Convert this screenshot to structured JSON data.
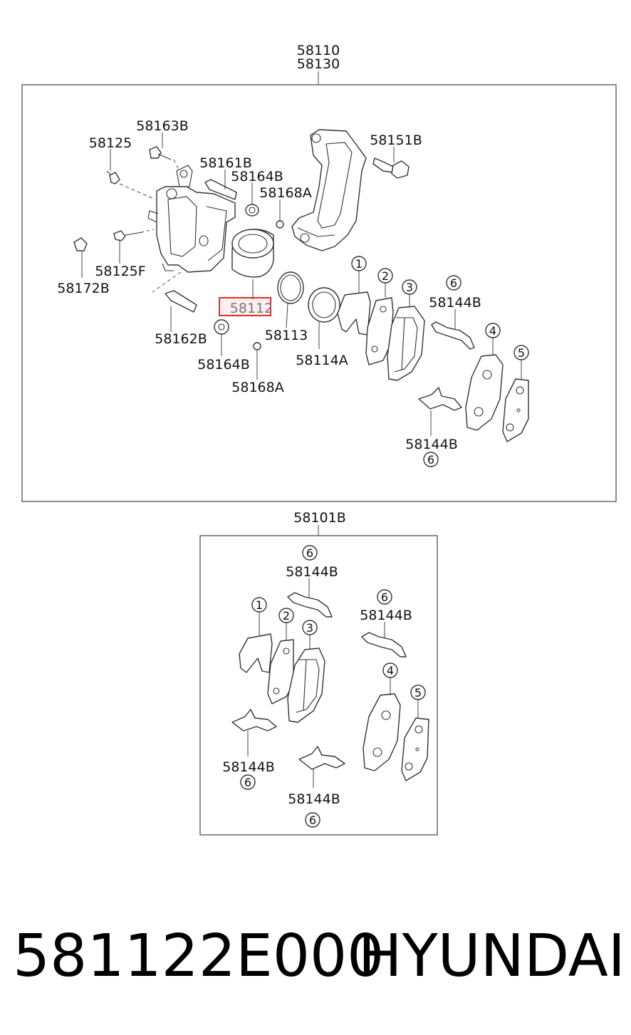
{
  "assembly": {
    "label_top_1": "58110",
    "label_top_2": "58130",
    "parts": {
      "p58163B": "58163B",
      "p58125": "58125",
      "p58161B": "58161B",
      "p58164B_a": "58164B",
      "p58168A_a": "58168A",
      "p58151B": "58151B",
      "p58172B": "58172B",
      "p58125F": "58125F",
      "p58112": "58112",
      "p58113": "58113",
      "p58114A": "58114A",
      "p58162B": "58162B",
      "p58164B_b": "58164B",
      "p58168A_b": "58168A",
      "p58144B_a": "58144B",
      "p58144B_b": "58144B"
    },
    "callouts": {
      "c1": "1",
      "c2": "2",
      "c3": "3",
      "c4": "4",
      "c5": "5",
      "c6a": "6",
      "c6b": "6"
    },
    "highlight_color": "#e03030"
  },
  "kit": {
    "label_top": "58101B",
    "parts": {
      "k58144B_a": "58144B",
      "k58144B_b": "58144B",
      "k58144B_c": "58144B",
      "k58144B_d": "58144B"
    },
    "callouts": {
      "c1": "1",
      "c2": "2",
      "c3": "3",
      "c4": "4",
      "c5": "5",
      "c6a": "6",
      "c6b": "6",
      "c6c": "6",
      "c6d": "6"
    }
  },
  "footer": {
    "part_number": "581122E000",
    "brand": "HYUNDAI"
  }
}
